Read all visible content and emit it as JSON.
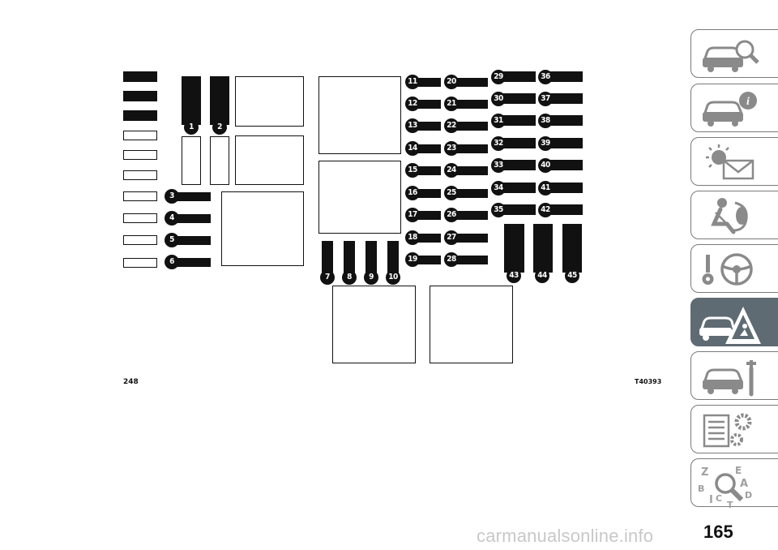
{
  "figure": {
    "ref_left": "248",
    "ref_right": "T40393"
  },
  "fuse_numbers": [
    "1",
    "2",
    "3",
    "4",
    "5",
    "6",
    "7",
    "8",
    "9",
    "10",
    "11",
    "12",
    "13",
    "14",
    "15",
    "16",
    "17",
    "18",
    "19",
    "20",
    "21",
    "22",
    "23",
    "24",
    "25",
    "26",
    "27",
    "28",
    "29",
    "30",
    "31",
    "32",
    "33",
    "34",
    "35",
    "36",
    "37",
    "38",
    "39",
    "40",
    "41",
    "42",
    "43",
    "44",
    "45"
  ],
  "sidebar": {
    "tabs": [
      {
        "icon": "car-search-icon"
      },
      {
        "icon": "car-info-icon"
      },
      {
        "icon": "warning-lights-message-icon"
      },
      {
        "icon": "airbag-seat-icon"
      },
      {
        "icon": "key-steering-wheel-icon"
      },
      {
        "icon": "breakdown-warning-triangle-icon",
        "active": true
      },
      {
        "icon": "car-service-wrench-icon"
      },
      {
        "icon": "technical-data-gears-icon"
      },
      {
        "icon": "alphabetical-index-icon"
      }
    ],
    "active_color": "#5f6b73"
  },
  "page_number": "165",
  "watermark": "carmanualsonline.info"
}
